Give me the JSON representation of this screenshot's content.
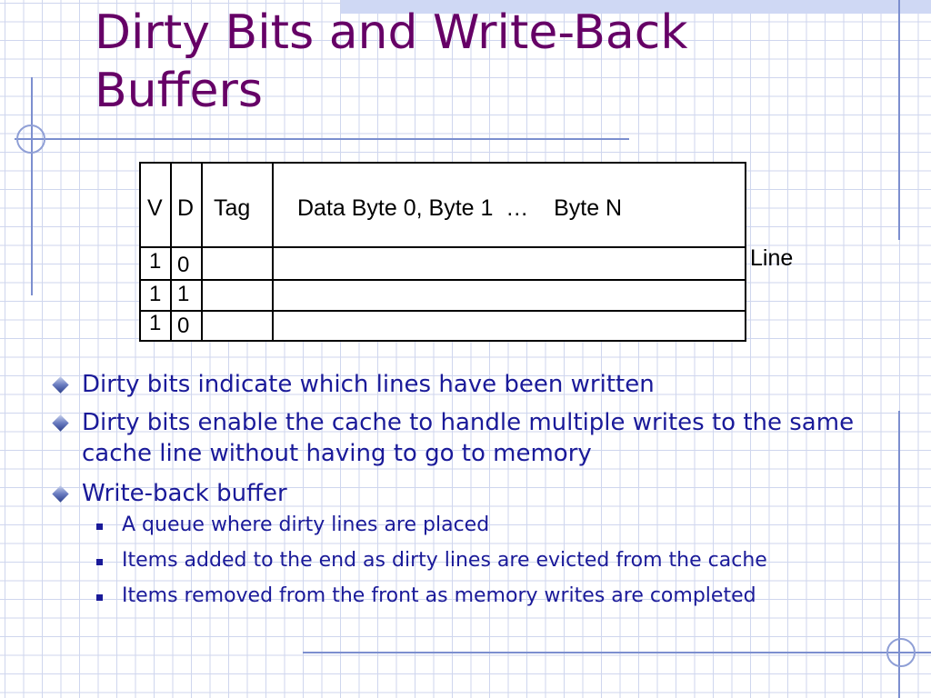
{
  "slide": {
    "title": "Dirty Bits and Write-Back Buffers"
  },
  "cache_table": {
    "headers": {
      "v": "V",
      "d": "D",
      "tag": "Tag",
      "data": "Data Byte 0, Byte 1  …    Byte N"
    },
    "rows": [
      {
        "v": "1",
        "d": "0"
      },
      {
        "v": "1",
        "d": "1"
      },
      {
        "v": "1",
        "d": "0"
      }
    ],
    "line_label": "Line"
  },
  "bullets": [
    {
      "text": "Dirty bits indicate which lines have been written"
    },
    {
      "text": "Dirty bits enable the cache to handle multiple writes to the same cache line without having to go to memory"
    },
    {
      "text": "Write-back buffer",
      "sub": [
        "A queue where dirty lines are placed",
        "Items added to the end as dirty lines are evicted from the cache",
        "Items removed from the front as memory writes are completed"
      ]
    }
  ],
  "colors": {
    "title": "#660066",
    "bullet_text": "#1a1a99",
    "grid": "#cfd6ee"
  },
  "icons": {
    "bullet_level1": "diamond-icon",
    "bullet_level2": "square-bullet-icon"
  }
}
